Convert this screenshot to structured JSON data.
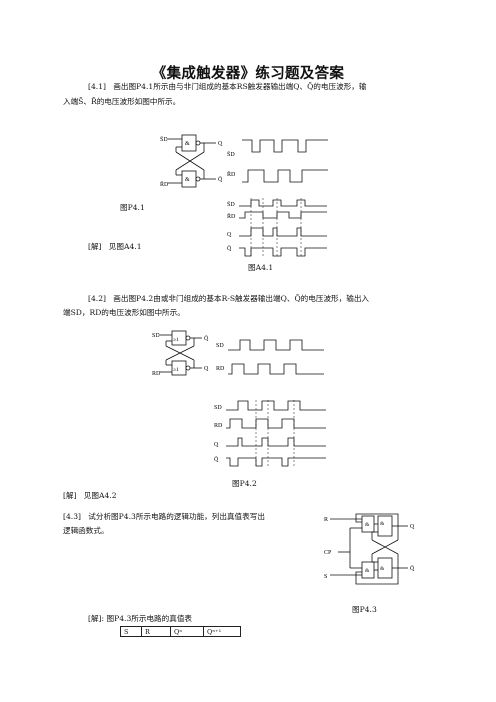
{
  "title": "《集成触发器》练习题及答案",
  "p41": {
    "label": "[4.1]",
    "line1": "画出图P4.1所示由与非门组成的基本RS触发器输出端Q、Q̄的电压波形，输",
    "line2": "入端S̄、R̄的电压波形如图中所示。"
  },
  "fig_p41": "图P4.1",
  "sol41": {
    "label": "[解]",
    "text": "见图A4.1"
  },
  "fig_a41": "图A4.1",
  "p42": {
    "label": "[4.2]",
    "line1": "画出图P4.2由或非门组成的基本R-S触发器输出端Q、Q̄的电压波形，输出入",
    "line2": "端SD，RD的电压波形如图中所示。"
  },
  "fig_p42": "图P4.2",
  "sol42": {
    "label": "[解]",
    "text": "见图A4.2"
  },
  "p43": {
    "label": "[4.3]",
    "line1": "试分析图P4.3所示电路的逻辑功能，列出真值表写出",
    "line2": "逻辑函数式。"
  },
  "fig_p43": "图P4.3",
  "sol43": {
    "label": "[解]:",
    "text": "图P4.3所示电路的真值表"
  },
  "truth_table": {
    "headers": [
      "S",
      "R",
      "Qⁿ",
      "Qⁿ⁺¹"
    ]
  },
  "signals": {
    "sd_bar": "S̄D",
    "rd_bar": "R̄D",
    "sd": "SD",
    "rd": "RD",
    "q": "Q",
    "q_bar": "Q̄",
    "r": "R",
    "s": "S",
    "cp": "CP"
  },
  "gates": {
    "nand": "&",
    "nor": "≥1"
  }
}
